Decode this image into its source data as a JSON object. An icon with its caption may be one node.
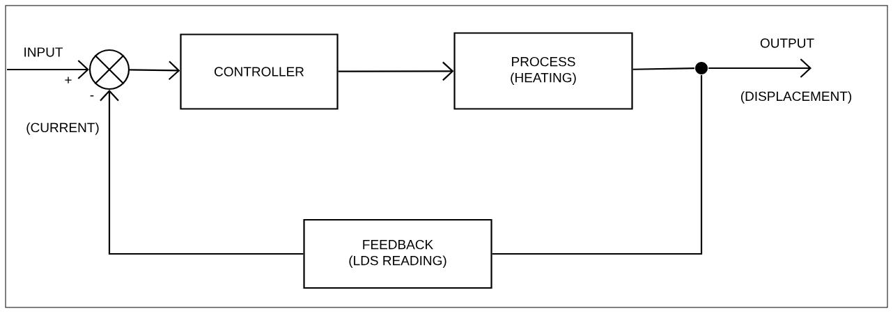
{
  "diagram": {
    "nodes": [
      {
        "text": [],
        "shape": "circle"
      },
      {
        "text": [
          "CONTROLLER"
        ]
      },
      {
        "text": [
          "PROCESS",
          "(HEATING)"
        ]
      },
      {
        "text": [],
        "shape": "circle"
      },
      {
        "text": [
          "FEEDBACK",
          "(LDS READING)"
        ]
      }
    ],
    "edges": [
      {
        "from": null,
        "to": 0,
        "arrow": "to",
        "label": "INPUT"
      },
      {
        "from": 0,
        "to": 1,
        "arrow": "to"
      },
      {
        "from": 1,
        "to": 2,
        "arrow": "to"
      },
      {
        "from": 2,
        "to": 3,
        "arrow": "none"
      },
      {
        "from": 3,
        "to": null,
        "arrow": "to",
        "label": "OUTPUT"
      },
      {
        "from": 3,
        "to": 4,
        "arrow": "none"
      },
      {
        "from": 4,
        "to": 0,
        "arrow": "to"
      }
    ],
    "labels": [
      "+",
      "-",
      "(CURRENT)",
      "(DISPLACEMENT)"
    ]
  }
}
